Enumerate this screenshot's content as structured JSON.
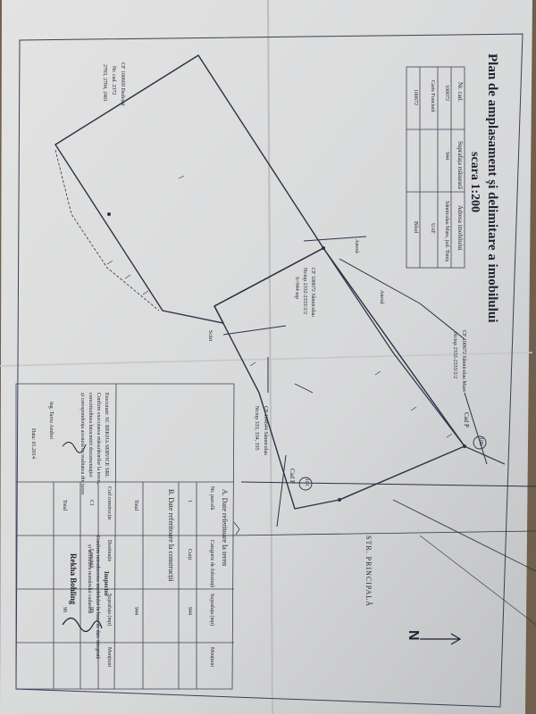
{
  "document": {
    "title_line1": "Plan de amplasament și delimitare a imobilului",
    "title_line2": "scara 1:200"
  },
  "header_table": {
    "headers": [
      "Nr. cad.",
      "Suprafața măsurată",
      "Adresa imobilului"
    ],
    "row": [
      "100672",
      "944",
      "Sânnicolau Mare, jud. Timiș"
    ],
    "carte_funciara_label": "Carte Funciară",
    "carte_funciara_value": "100672",
    "uat_label": "UAT",
    "uat_value": "Biled"
  },
  "map_labels": {
    "neighbor_top": "CF 100672 Sânnicolau Mare",
    "neighbor_top_sub": "Nr.top 2332-2333/2/2",
    "cf_center": "CF 100672 Sânnicolau",
    "cf_center_sub": "Nr.top 2332-2333/2/2",
    "cf_center_area": "S=944 mp",
    "cf_lower": "CF 104644 Sânnicolau",
    "cf_lower_sub": "Nr.top 333, 334, 335",
    "street": "STR. PRINCIPALĂ",
    "anexa_1": "Anexă",
    "anexa_2": "Anexă",
    "scara": "Scări",
    "cad_p1": "Cad P",
    "cad_p2": "Cad P",
    "circle_1": "100",
    "circle_2": "101",
    "north": "N"
  },
  "side_note": {
    "line1": "CF 100669 Dudeștii",
    "line2": "Nr. cad. 2372",
    "line3": "2783, 2784, 2401"
  },
  "table_a": {
    "title": "A. Date referitoare la teren",
    "headers": [
      "Nr. parcelă",
      "Categorie de folosință",
      "Suprafața (mp)",
      "Mențiuni"
    ],
    "rows": [
      [
        "1",
        "Curți",
        "944",
        ""
      ]
    ],
    "total_label": "Total",
    "total_value": "944"
  },
  "table_b": {
    "title": "B. Date referitoare la construcții",
    "headers": [
      "Cod construcție",
      "Destinație",
      "Suprafața (mp)",
      "Mențiuni"
    ],
    "rows": [
      [
        "C1",
        "Locuință",
        "98",
        ""
      ]
    ],
    "total_label": "Total",
    "total_value": "98"
  },
  "executant": {
    "line1": "Executant: SC REKHA SERVICE SRL",
    "line2": "Confirm executarea măsurătorilor la teren,",
    "line3": "corectitudinea întocmirii documentației",
    "line4": "și corespondența acesteia cu realitatea din teren",
    "line5": "ing. Tarcu Andrei",
    "line6": "Data: 01.2014"
  },
  "inspector": {
    "title": "Inspector",
    "line1": "Confirm introducerea imobilului în baza de date integrată",
    "line2": "și atribuirea numărului cadastral",
    "signature_text": "Rekha Bohling"
  },
  "colors": {
    "paper": "#d8d9d9",
    "ink": "#1e2230",
    "background": "#6f5f4c"
  }
}
